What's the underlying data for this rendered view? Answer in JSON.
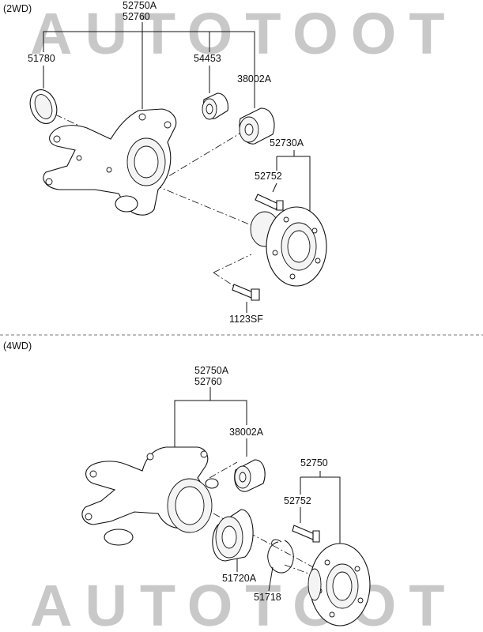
{
  "watermark": "AUTOTOOT",
  "sections": [
    {
      "label": "(2WD)",
      "parts": {
        "knuckle_a": "52750A",
        "knuckle_b": "52760",
        "seal": "51780",
        "bush_small": "54453",
        "bush_large": "38002A",
        "hub_assy": "52730A",
        "hub_bolt": "52752",
        "mount_bolt": "1123SF"
      }
    },
    {
      "label": "(4WD)",
      "parts": {
        "knuckle_a": "52750A",
        "knuckle_b": "52760",
        "bush_large": "38002A",
        "hub": "52750",
        "hub_bolt": "52752",
        "bearing": "51720A",
        "snap_ring": "51718"
      }
    }
  ]
}
